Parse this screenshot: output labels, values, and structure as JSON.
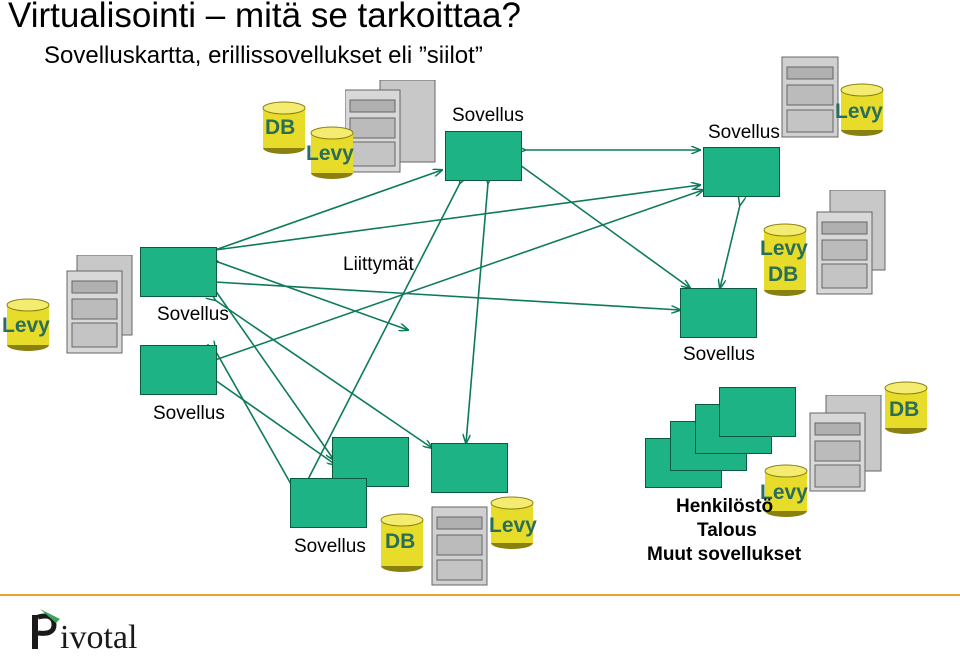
{
  "title": "Virtualisointi – mitä se tarkoittaa?",
  "subtitle": "Sovelluskartta, erillissovellukset eli ”siilot”",
  "labels": {
    "sovellus_top": "Sovellus",
    "sovellus_topright": "Sovellus",
    "liittymat": "Liittymät",
    "sovellus_left1": "Sovellus",
    "sovellus_right": "Sovellus",
    "sovellus_left2": "Sovellus",
    "sovellus_bottom": "Sovellus",
    "henkilosto": "Henkilöstö",
    "talous": "Talous",
    "muut": "Muut sovellukset"
  },
  "cylinders": {
    "db_top": "DB",
    "levy_top": "Levy",
    "levy_topright": "Levy",
    "levy_right": "Levy",
    "db_right": "DB",
    "levy_left": "Levy",
    "db_farright": "DB",
    "levy_bottom": "Levy",
    "db_bottom": "DB",
    "levy_bottomright": "Levy"
  },
  "logo_text": "Pivotal",
  "colors": {
    "app_box": "#1db385",
    "cylinder": "#e8dc2a",
    "link_line": "#0d7a5c",
    "footer_line": "#f0a030"
  }
}
